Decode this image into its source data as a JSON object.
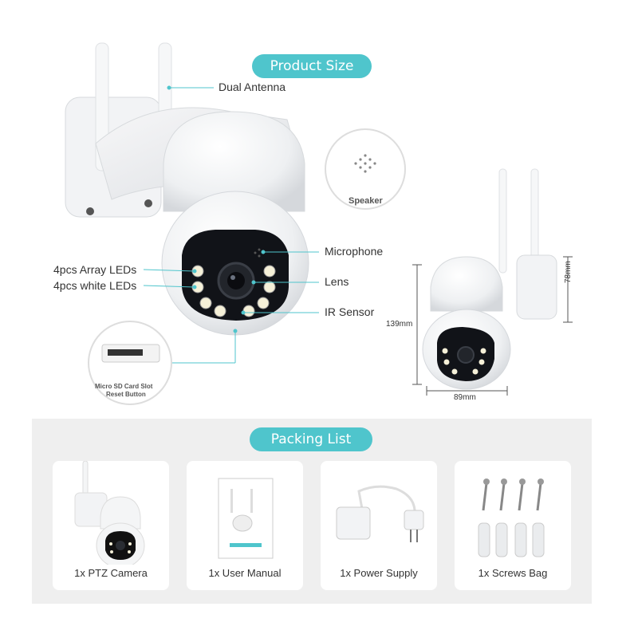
{
  "colors": {
    "accent": "#4fc5cc",
    "panel": "#efefef"
  },
  "product_size": {
    "title": "Product Size",
    "labels": {
      "dual_antenna": "Dual Antenna",
      "microphone": "Microphone",
      "lens": "Lens",
      "ir_sensor": "IR Sensor",
      "array_leds": "4pcs Array LEDs",
      "white_leds": "4pcs white LEDs",
      "speaker": "Speaker",
      "sd_slot_line1": "Micro SD Card Slot",
      "sd_slot_line2": "Reset Button"
    },
    "dimensions": {
      "height": "139mm",
      "width": "89mm",
      "depth": "78mm"
    }
  },
  "packing_list": {
    "title": "Packing List",
    "items": [
      {
        "label": "1x PTZ Camera"
      },
      {
        "label": "1x User Manual"
      },
      {
        "label": "1x Power Supply"
      },
      {
        "label": "1x Screws Bag"
      }
    ]
  }
}
